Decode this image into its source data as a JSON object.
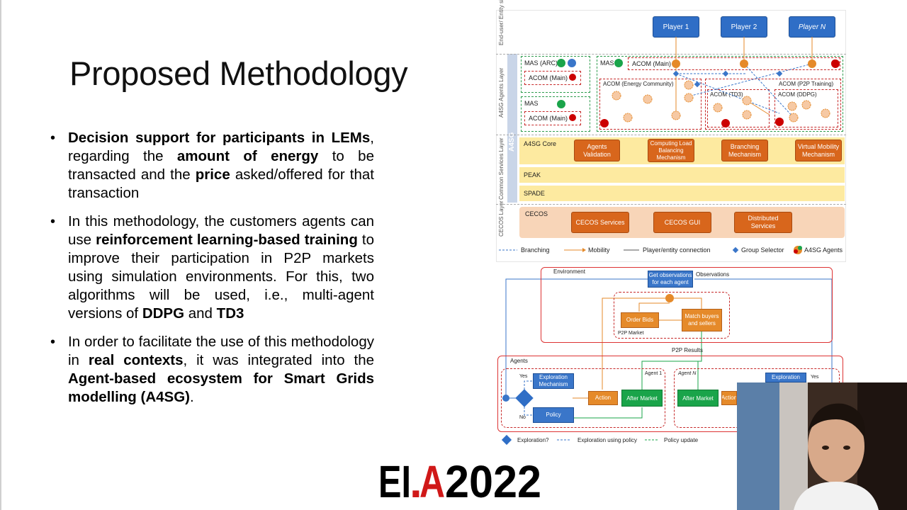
{
  "slide": {
    "title": "Proposed Methodology",
    "bullets": [
      {
        "parts": [
          {
            "t": "Decision support for participants in LEMs",
            "b": true
          },
          {
            "t": ", regarding the ",
            "b": false
          },
          {
            "t": "amount of energy",
            "b": true
          },
          {
            "t": " to be transacted and the ",
            "b": false
          },
          {
            "t": "price",
            "b": true
          },
          {
            "t": " asked/offered for that transaction",
            "b": false
          }
        ]
      },
      {
        "parts": [
          {
            "t": "In this methodology, the customers agents can use ",
            "b": false
          },
          {
            "t": "reinforcement learning-based training",
            "b": true
          },
          {
            "t": " to improve their participation in P2P markets using simulation environments. For this, two algorithms will be used, i.e., multi-agent versions of ",
            "b": false
          },
          {
            "t": "DDPG",
            "b": true
          },
          {
            "t": " and ",
            "b": false
          },
          {
            "t": "TD3",
            "b": true
          }
        ]
      },
      {
        "parts": [
          {
            "t": "In order to facilitate the use of this methodology in ",
            "b": false
          },
          {
            "t": "real contexts",
            "b": true
          },
          {
            "t": ", it was integrated into the ",
            "b": false
          },
          {
            "t": "Agent-based ecosystem for Smart Grids modelling (A4SG)",
            "b": true
          },
          {
            "t": ".",
            "b": false
          }
        ]
      }
    ],
    "bullet_symbol": "•"
  },
  "architecture": {
    "layer_labels": {
      "end_user": "End-user/ Entity side",
      "agents": "A4SG Agents Layer",
      "common": "Common Services Layer",
      "cecos": "CECOS Layer",
      "a4sg": "A4SG"
    },
    "players": [
      "Player 1",
      "Player 2",
      "Player N"
    ],
    "mas_boxes": {
      "mas_arc": "MAS (ARC)",
      "acom_main": "ACOM (Main)",
      "mas": "MAS",
      "acom_energy": "ACOM (Energy Community)",
      "acom_p2p": "ACOM (P2P Training)",
      "acom_td3": "ACOM (TD3)",
      "acom_ddpg": "ACOM (DDPG)"
    },
    "core": {
      "label": "A4SG Core",
      "buttons": [
        "Agents Validation",
        "Computing Load Balancing Mechanism",
        "Branching Mechanism",
        "Virtual Mobility Mechanism"
      ]
    },
    "peak": "PEAK",
    "spade": "SPADE",
    "cecos": {
      "label": "CECOS",
      "buttons": [
        "CECOS Services",
        "CECOS GUI",
        "Distributed Services"
      ]
    },
    "legend": [
      "Branching",
      "Mobility",
      "Player/entity connection",
      "Group Selector",
      "A4SG Agents"
    ],
    "colors": {
      "blue": "#2f6ec6",
      "orange": "#d8661c",
      "yellow": "#fdeaa0",
      "peach": "#f8d5b8",
      "green": "#2e9c4e",
      "red": "#c62828"
    }
  },
  "training": {
    "environment": "Environment",
    "observations": "Observations",
    "get_obs": "Get observations for each agent",
    "order_bids": "Order Bids",
    "match": "Match buyers and sellers",
    "p2p_market": "P2P Market",
    "p2p_results": "P2P Results",
    "agents": "Agents",
    "agent1": "Agent 1",
    "agentN": "Agent N",
    "yes": "Yes",
    "no": "No",
    "exploration_mechanism": "Exploration Mechanism",
    "policy": "Policy",
    "action": "Action",
    "after_market": "After Market",
    "exploration": "Exploration",
    "legend": [
      "Exploration?",
      "Exploration using policy",
      "Policy update"
    ]
  },
  "logo": {
    "text_a": "EI",
    "text_dot": ".",
    "text_b": "A",
    "text_c": " 2022"
  }
}
